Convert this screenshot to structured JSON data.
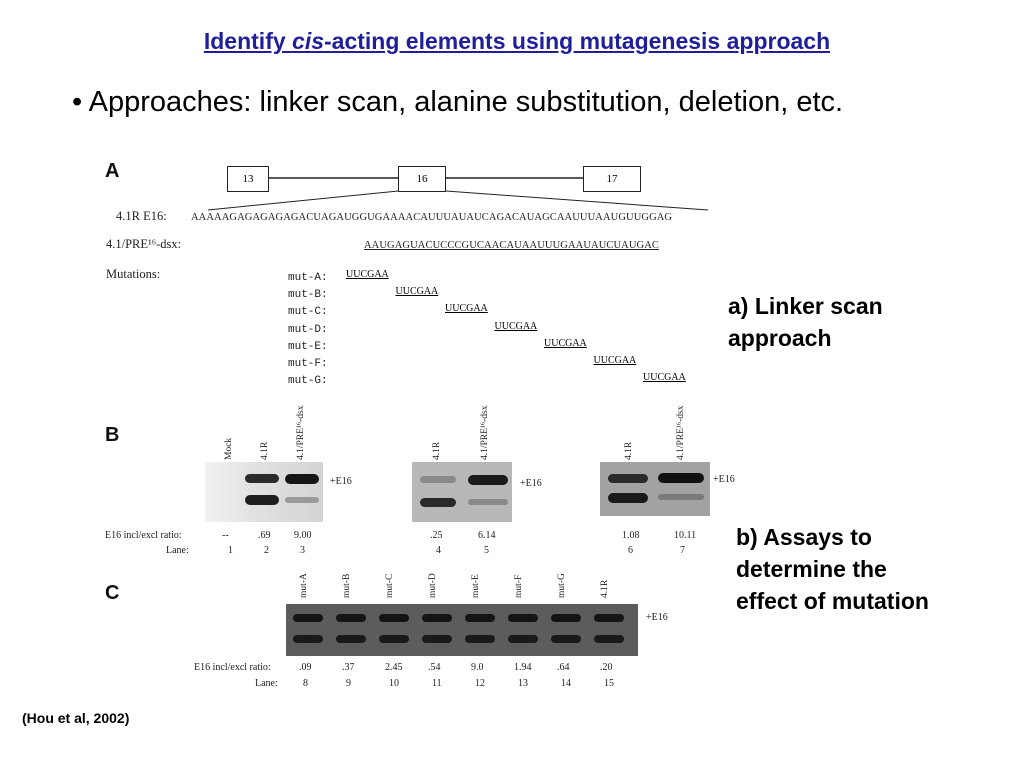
{
  "title": {
    "before": "Identify ",
    "italic": "cis",
    "after": "-acting elements using mutagenesis approach"
  },
  "bullet": "• Approaches: linker scan, alanine substitution, deletion, etc.",
  "side_notes": {
    "linker": [
      "a) Linker scan",
      "approach"
    ],
    "assays": [
      "b) Assays to",
      "determine the",
      "effect of mutation"
    ]
  },
  "citation": "(Hou et al, 2002)",
  "figure": {
    "panel_a": {
      "label": "A",
      "exons": [
        "13",
        "16",
        "17"
      ],
      "e16_label": "4.1R E16:",
      "e16_seq": "AAAAAGAGAGAGAGACUAGAUGGUGAAAACAUUUAUAUCAGACAUAGCAAUUUAAUGUUGGAG",
      "dsx_label": "4.1/PRE¹⁶-dsx:",
      "dsx_seq": "AAUGAGUACUCCCGUCAACAUAAUUUGAAUAUCUAUGAC",
      "mutations_label": "Mutations:",
      "mutants": [
        {
          "name": "mut-A:",
          "seq": "UUCGAA"
        },
        {
          "name": "mut-B:",
          "seq": "UUCGAA"
        },
        {
          "name": "mut-C:",
          "seq": "UUCGAA"
        },
        {
          "name": "mut-D:",
          "seq": "UUCGAA"
        },
        {
          "name": "mut-E:",
          "seq": "UUCGAA"
        },
        {
          "name": "mut-F:",
          "seq": "UUCGAA"
        },
        {
          "name": "mut-G:",
          "seq": "UUCGAA"
        }
      ]
    },
    "panel_b": {
      "label": "B",
      "ratio_label": "E16 incl/excl ratio:",
      "lane_label": "Lane:",
      "band_label": "+E16",
      "gels": [
        {
          "lanes": [
            {
              "name": "Mock",
              "ratio": "--",
              "lane": "1"
            },
            {
              "name": "4.1R",
              "ratio": ".69",
              "lane": "2"
            },
            {
              "name": "4.1/PRE¹⁶-dsx",
              "ratio": "9.00",
              "lane": "3"
            }
          ]
        },
        {
          "lanes": [
            {
              "name": "4.1R",
              "ratio": ".25",
              "lane": "4"
            },
            {
              "name": "4.1/PRE¹⁶-dsx",
              "ratio": "6.14",
              "lane": "5"
            }
          ]
        },
        {
          "lanes": [
            {
              "name": "4.1R",
              "ratio": "1.08",
              "lane": "6"
            },
            {
              "name": "4.1/PRE¹⁶-dsx",
              "ratio": "10.11",
              "lane": "7"
            }
          ]
        }
      ]
    },
    "panel_c": {
      "label": "C",
      "ratio_label": "E16 incl/excl ratio:",
      "lane_label": "Lane:",
      "band_label": "+E16",
      "lanes": [
        {
          "name": "mut-A",
          "ratio": ".09",
          "lane": "8"
        },
        {
          "name": "mut-B",
          "ratio": ".37",
          "lane": "9"
        },
        {
          "name": "mut-C",
          "ratio": "2.45",
          "lane": "10"
        },
        {
          "name": "mut-D",
          "ratio": ".54",
          "lane": "11"
        },
        {
          "name": "mut-E",
          "ratio": "9.0",
          "lane": "12"
        },
        {
          "name": "mut-F",
          "ratio": "1.94",
          "lane": "13"
        },
        {
          "name": "mut-G",
          "ratio": ".64",
          "lane": "14"
        },
        {
          "name": "4.1R",
          "ratio": ".20",
          "lane": "15"
        }
      ]
    }
  }
}
